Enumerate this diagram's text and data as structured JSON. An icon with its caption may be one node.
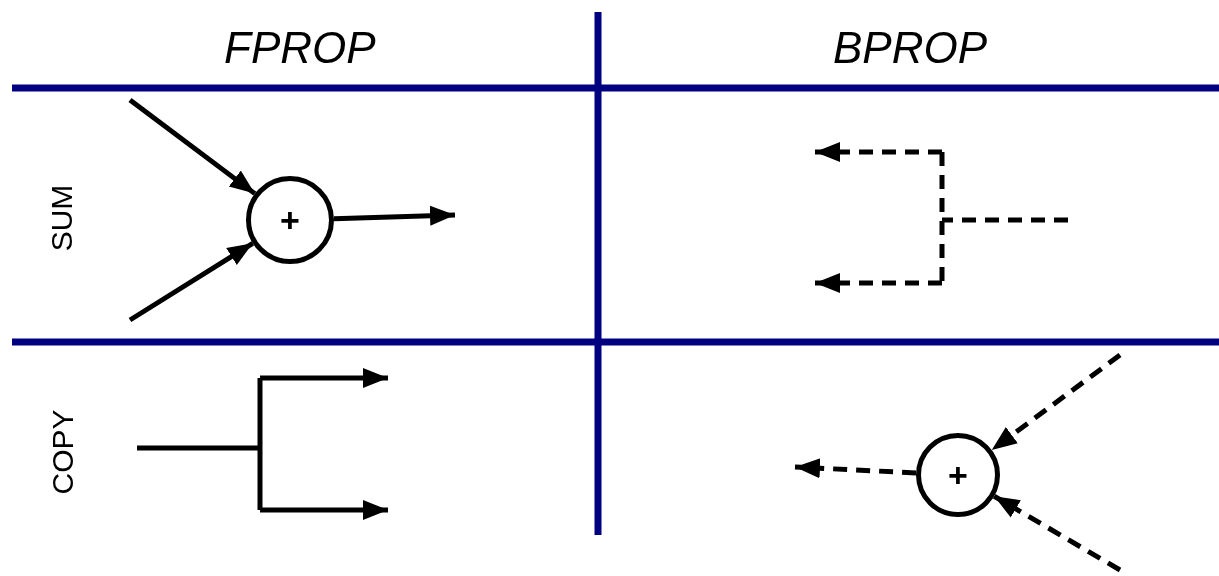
{
  "diagram": {
    "nodes": [
      {
        "text": [
          "+"
        ]
      },
      {
        "text": [
          "+"
        ]
      }
    ],
    "edges": [
      {
        "from": null,
        "to": 0,
        "arrow": "to"
      },
      {
        "from": null,
        "to": 0,
        "arrow": "to"
      },
      {
        "from": 0,
        "to": null,
        "arrow": "to"
      },
      {
        "from": null,
        "to": 1,
        "arrow": "to",
        "style": "dashed"
      },
      {
        "from": null,
        "to": 1,
        "arrow": "to",
        "style": "dashed"
      },
      {
        "from": 1,
        "to": null,
        "arrow": "to",
        "style": "dashed"
      }
    ],
    "labels": [
      "FPROP",
      "BPROP",
      "SUM",
      "COPY"
    ]
  }
}
